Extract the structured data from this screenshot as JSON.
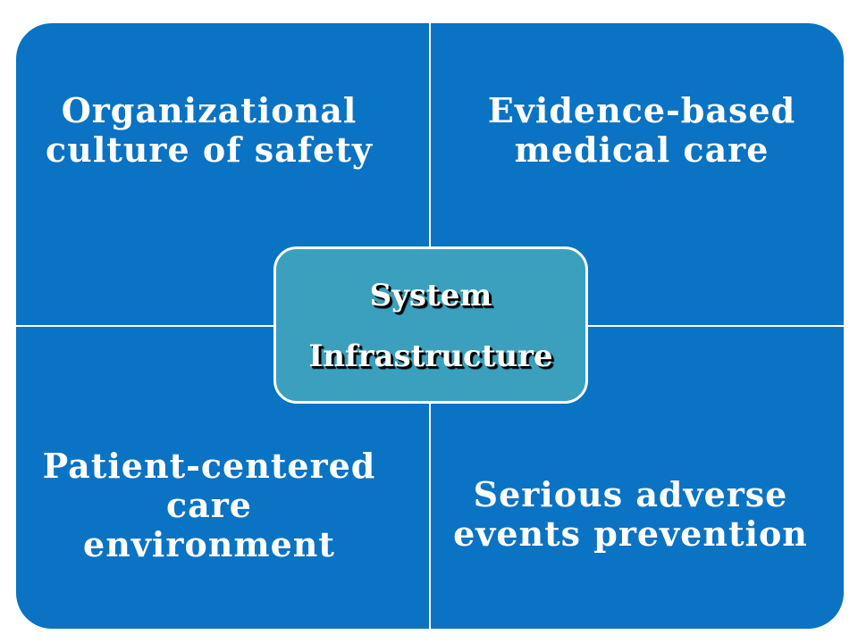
{
  "diagram": {
    "center": {
      "line1": "System",
      "line2": "Infrastructure"
    },
    "quadrants": {
      "top_left": {
        "line1": "Organizational",
        "line2": "culture of safety"
      },
      "top_right": {
        "line1": "Evidence-based",
        "line2": "medical care"
      },
      "bottom_left": {
        "line1": "Patient-centered",
        "line2": "care",
        "line3": "environment"
      },
      "bottom_right": {
        "line1": "Serious adverse",
        "line2": "events prevention"
      }
    },
    "colors": {
      "quadrant_fill": "#0a73c4",
      "center_fill": "#3aa0be",
      "text": "#ffffff",
      "background": "#ffffff"
    }
  }
}
